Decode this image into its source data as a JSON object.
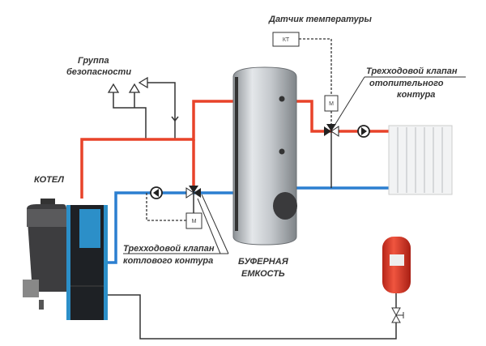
{
  "labels": {
    "temp_sensor": "Датчик температуры",
    "sensor_box": "КТ",
    "safety_group_line1": "Группа",
    "safety_group_line2": "безопасности",
    "heating_valve_line1": "Трехходовой клапан",
    "heating_valve_line2": "отопительного",
    "heating_valve_line3": "контура",
    "boiler": "КОТЕЛ",
    "boiler_valve_line1": "Трехходовой клапан",
    "boiler_valve_line2": "котлового контура",
    "buffer_line1": "БУФЕРНАЯ",
    "buffer_line2": "ЕМКОСТЬ",
    "motor_top": "М",
    "motor_bottom": "М"
  },
  "colors": {
    "supply": "#e8432a",
    "return": "#2b7fd0",
    "tank": "#b8bcc0",
    "expansion_tank": "#e03a2a"
  }
}
